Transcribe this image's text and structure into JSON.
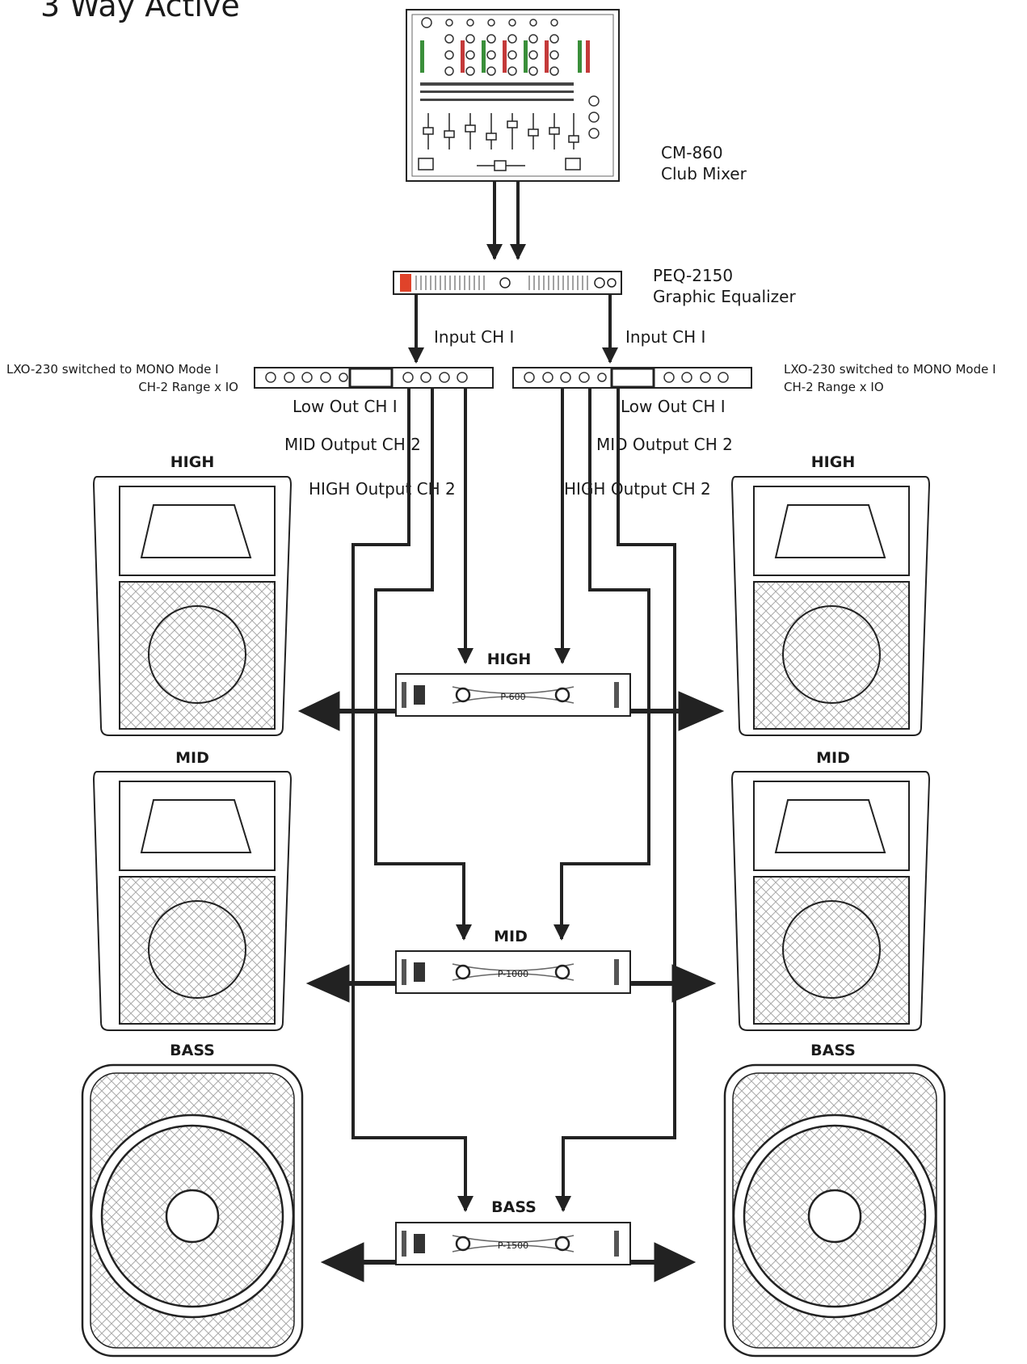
{
  "title": "3 Way Active",
  "mixer": {
    "model": "CM-860",
    "desc": "Club Mixer"
  },
  "eq": {
    "model": "PEQ-2150",
    "desc": "Graphic Equalizer"
  },
  "crossover": {
    "mode_line1": "LXO-230 switched to MONO Mode I",
    "mode_line2": "CH-2 Range x IO",
    "input_label": "Input CH I",
    "low_out": "Low Out CH I",
    "mid_out": "MID Output CH 2",
    "high_out": "HIGH Output CH 2"
  },
  "amps": {
    "high": {
      "label": "HIGH",
      "model": "P-600"
    },
    "mid": {
      "label": "MID",
      "model": "P-1000"
    },
    "bass": {
      "label": "BASS",
      "model": "P-1500"
    }
  },
  "speakers": {
    "high": "HIGH",
    "mid": "MID",
    "bass": "BASS"
  },
  "colors": {
    "line": "#222222",
    "eq_knob": "#e0432a"
  }
}
